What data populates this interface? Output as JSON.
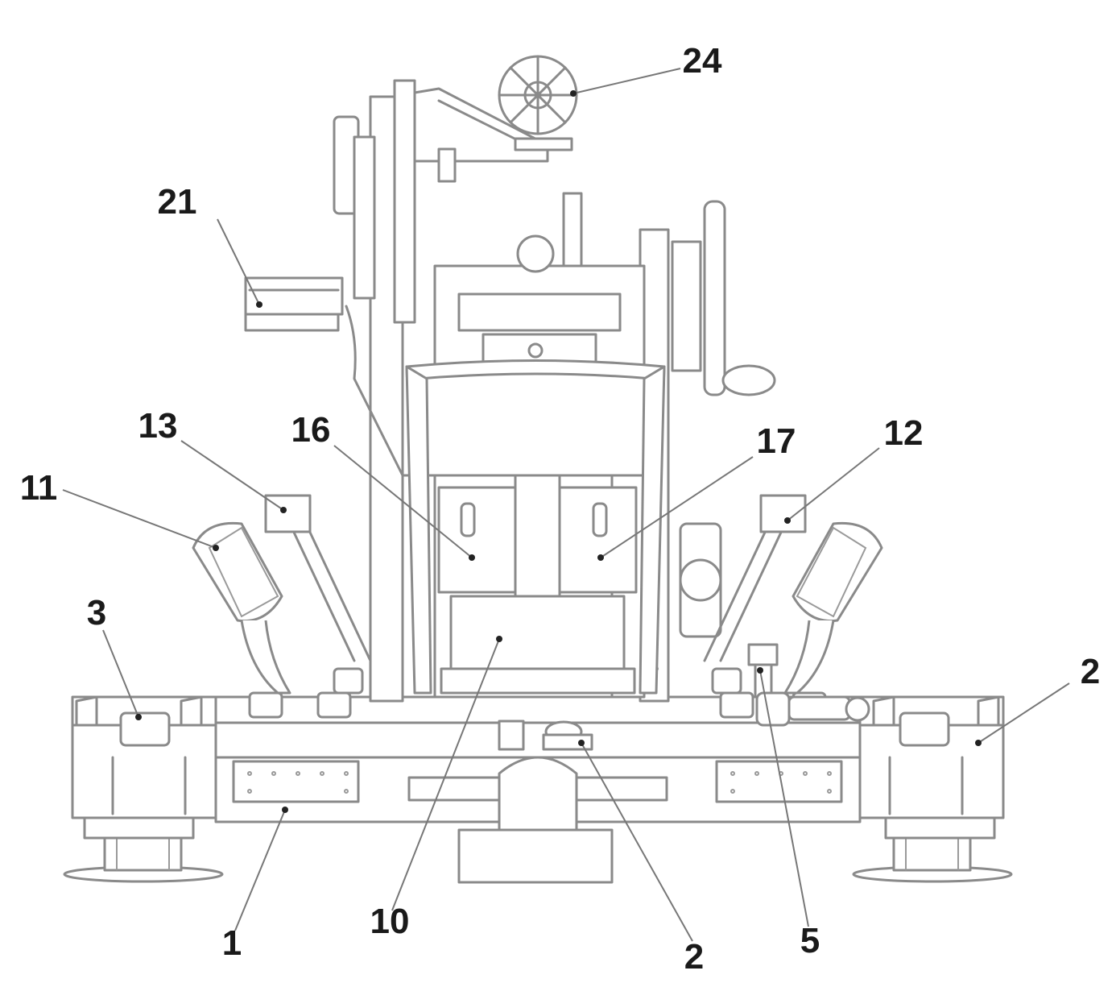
{
  "callouts": {
    "c1": "1",
    "c2_mid": "2",
    "c2_right": "2",
    "c3": "3",
    "c5": "5",
    "c10": "10",
    "c11": "11",
    "c12": "12",
    "c13": "13",
    "c16": "16",
    "c17": "17",
    "c21": "21",
    "c24": "24"
  },
  "colors": {
    "line": "#8a8a8a",
    "text": "#1a1a1a",
    "background": "#ffffff"
  }
}
